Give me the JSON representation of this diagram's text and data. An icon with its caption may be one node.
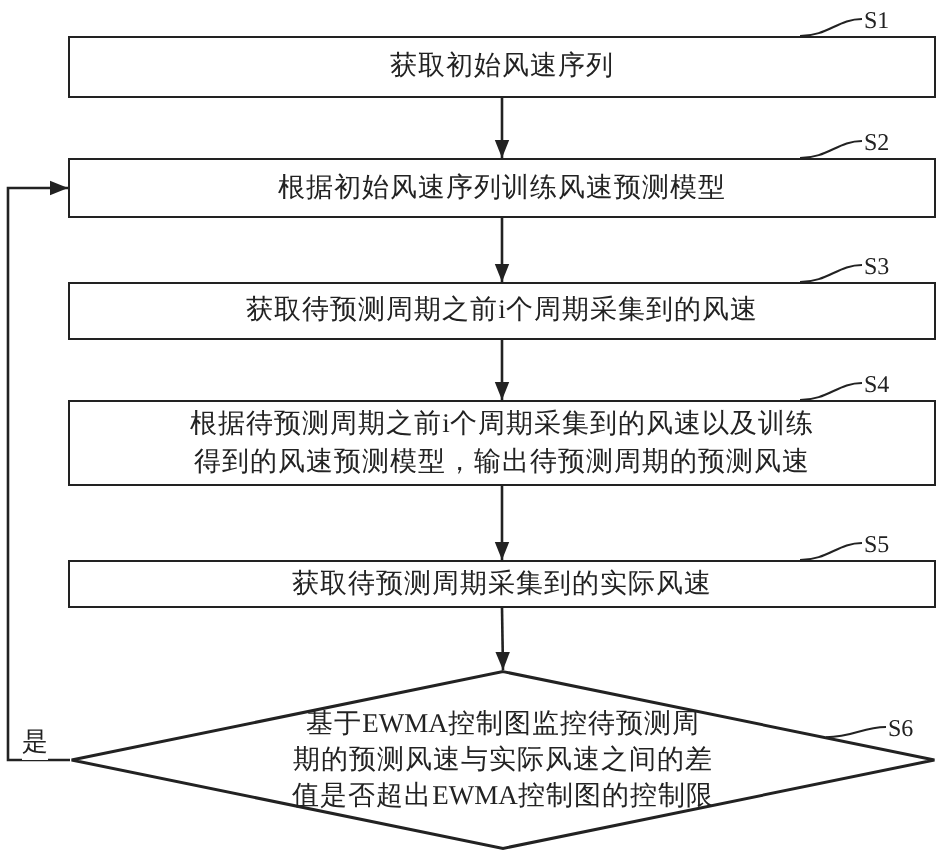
{
  "diagram": {
    "nodes": [
      {
        "text": [
          "获取初始风速序列"
        ]
      },
      {
        "text": [
          "根据初始风速序列训练风速预测模型"
        ]
      },
      {
        "text": [
          "获取待预测周期之前i个周期采集到的风速"
        ]
      },
      {
        "text": [
          "根据待预测周期之前i个周期采集到的风速以及训练得到的风速预测模型，输出待预测周期的预测风速"
        ]
      },
      {
        "text": [
          "获取待预测周期采集到的实际风速"
        ]
      },
      {
        "text": [
          "基于EWMA控制图监控待预测周期的预测风速与实际风速之间的差值是否超出EWMA控制图的控制限"
        ]
      },
      {
        "text": [
          "S1"
        ]
      },
      {
        "text": [
          "S2"
        ]
      },
      {
        "text": [
          "S3"
        ]
      },
      {
        "text": [
          "S4"
        ]
      },
      {
        "text": [
          "S5"
        ]
      },
      {
        "text": [
          "S6"
        ]
      }
    ],
    "edges": [
      {
        "from": 0,
        "to": 1,
        "arrow": "to"
      },
      {
        "from": 1,
        "to": 2,
        "arrow": "to"
      },
      {
        "from": 2,
        "to": 3,
        "arrow": "to"
      },
      {
        "from": 3,
        "to": 4,
        "arrow": "to"
      },
      {
        "from": 4,
        "to": 5,
        "arrow": "to"
      },
      {
        "from": 5,
        "to": 1,
        "arrow": "to",
        "label": "是"
      },
      {
        "from": 6,
        "to": 0,
        "arrow": "none"
      },
      {
        "from": 7,
        "to": 1,
        "arrow": "none"
      },
      {
        "from": 8,
        "to": 2,
        "arrow": "none"
      },
      {
        "from": 9,
        "to": 3,
        "arrow": "none"
      },
      {
        "from": 10,
        "to": 4,
        "arrow": "none"
      },
      {
        "from": 11,
        "to": 5,
        "arrow": "none"
      }
    ]
  }
}
